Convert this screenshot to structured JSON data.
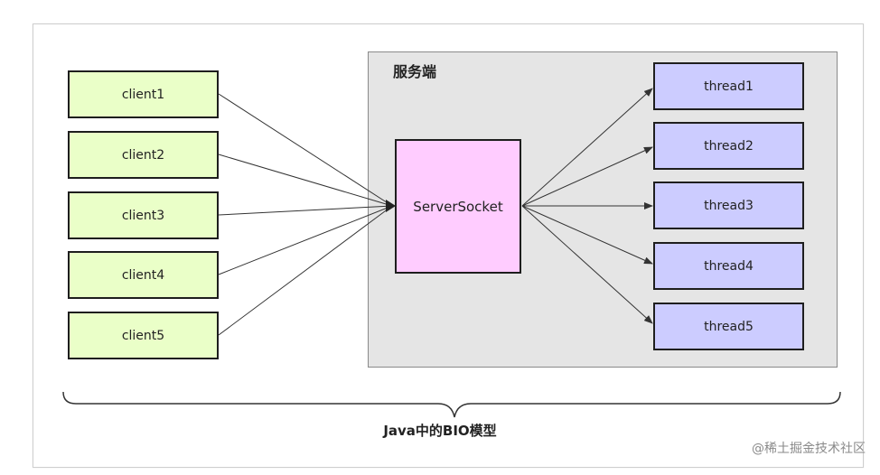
{
  "server": {
    "title": "服务端",
    "socket_label": "ServerSocket"
  },
  "clients": [
    "client1",
    "client2",
    "client3",
    "client4",
    "client5"
  ],
  "threads": [
    "thread1",
    "thread2",
    "thread3",
    "thread4",
    "thread5"
  ],
  "caption": "Java中的BIO模型",
  "source_watermark": "@稀土掘金技术社区",
  "colors": {
    "client_fill": "#eaffc8",
    "thread_fill": "#ccccff",
    "server_socket_fill": "#ffccff",
    "server_area_fill": "#e5e5e5"
  }
}
